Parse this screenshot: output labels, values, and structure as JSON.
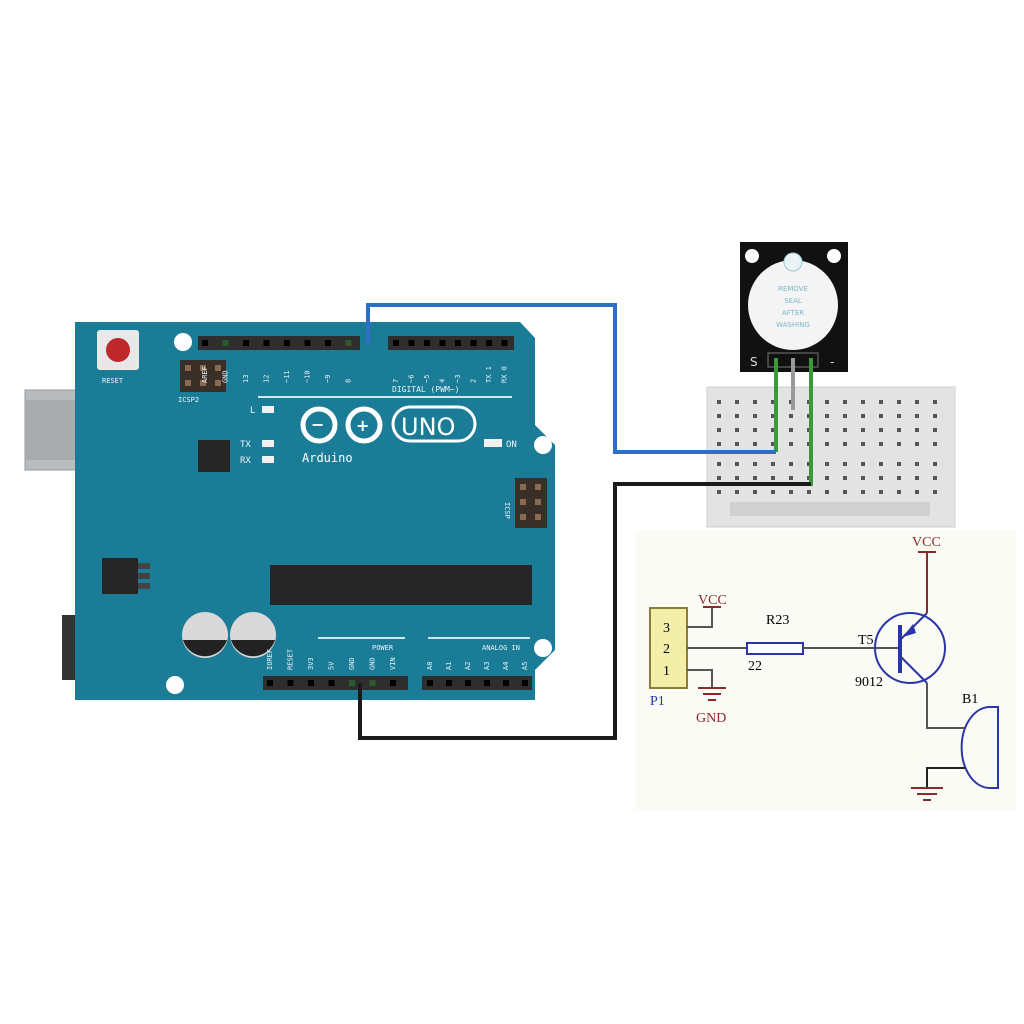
{
  "arduino": {
    "reset_label": "RESET",
    "icsp2_label": "ICSP2",
    "icsp_label": "ICSP",
    "led_l": "L",
    "led_tx": "TX",
    "led_rx": "RX",
    "led_on": "ON",
    "logo_uno": "UNO",
    "logo_arduino": "Arduino",
    "digital_label": "DIGITAL (PWM~)",
    "power_label": "POWER",
    "analog_label": "ANALOG IN",
    "digital_pins_left": [
      "AREF",
      "GND",
      "13",
      "12",
      "~11",
      "~10",
      "~9",
      "8"
    ],
    "digital_pins_right": [
      "7",
      "~6",
      "~5",
      "4",
      "~3",
      "2",
      "TX 1",
      "RX 0"
    ],
    "power_pins": [
      "IOREF",
      "RESET",
      "3V3",
      "5V",
      "GND",
      "GND",
      "VIN"
    ],
    "analog_pins": [
      "A0",
      "A1",
      "A2",
      "A3",
      "A4",
      "A5"
    ]
  },
  "buzzer_module": {
    "sticker_text": [
      "REMOVE",
      "SEAL",
      "AFTER",
      "WASHING"
    ],
    "pin_s": "S",
    "pin_minus": "-"
  },
  "schematic": {
    "connector": "P1",
    "connector_pins": [
      "3",
      "2",
      "1"
    ],
    "vcc_left": "VCC",
    "gnd": "GND",
    "resistor_name": "R23",
    "resistor_value": "22",
    "transistor_name": "T5",
    "transistor_part": "9012",
    "vcc_right": "VCC",
    "buzzer_name": "B1"
  },
  "colors": {
    "board": "#1b7c97",
    "signal_wire": "#2d6fc4",
    "ground_wire": "#1a1a1a",
    "schematic_blue": "#2b35a8",
    "schematic_red": "#8b2a2a"
  }
}
